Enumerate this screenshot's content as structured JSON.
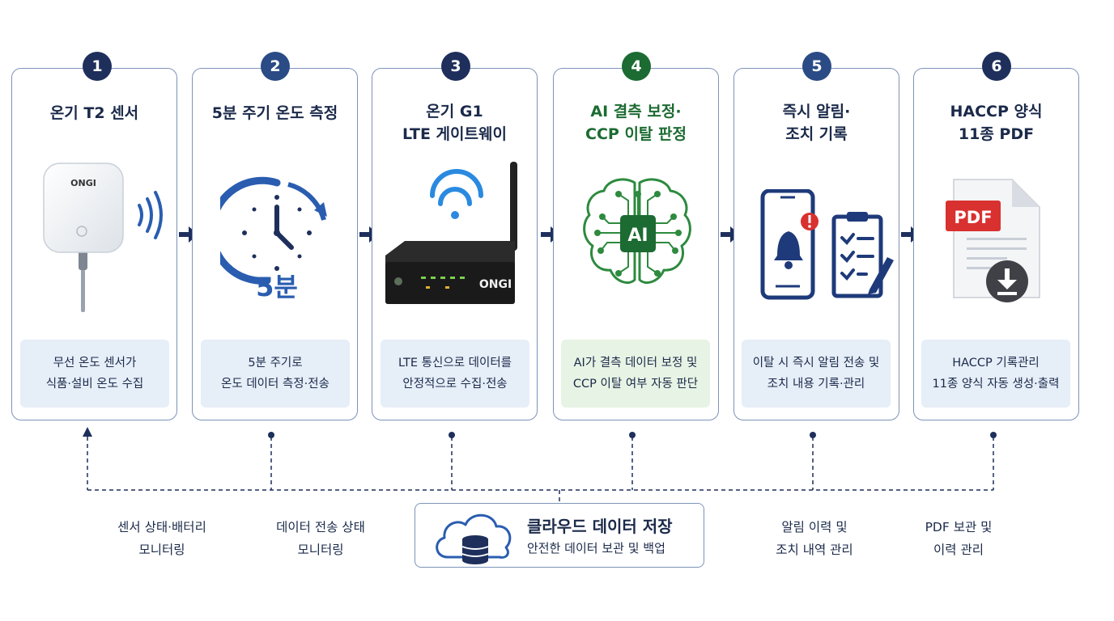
{
  "steps": [
    {
      "number": "1",
      "title_lines": [
        "온기 T2 센서"
      ],
      "desc_lines": [
        "무선 온도 센서가",
        "식품·설비 온도 수집"
      ],
      "device_brand": "ONGI"
    },
    {
      "number": "2",
      "title_lines": [
        "5분 주기 온도 측정"
      ],
      "desc_lines": [
        "5분 주기로",
        "온도 데이터 측정·전송"
      ],
      "clock_label": "5분"
    },
    {
      "number": "3",
      "title_lines": [
        "온기 G1",
        "LTE 게이트웨이"
      ],
      "desc_lines": [
        "LTE 통신으로 데이터를",
        "안정적으로 수집·전송"
      ],
      "device_brand": "ONGI"
    },
    {
      "number": "4",
      "title_lines": [
        "AI 결측 보정·",
        "CCP 이탈 판정"
      ],
      "desc_lines": [
        "AI가 결측 데이터 보정 및",
        "CCP 이탈 여부 자동 판단"
      ],
      "chip_label": "AI"
    },
    {
      "number": "5",
      "title_lines": [
        "즉시 알림·",
        "조치 기록"
      ],
      "desc_lines": [
        "이탈 시 즉시 알림 전송 및",
        "조치 내용 기록·관리"
      ]
    },
    {
      "number": "6",
      "title_lines": [
        "HACCP 양식",
        "11종 PDF"
      ],
      "desc_lines": [
        "HACCP 기록관리",
        "11종 양식 자동 생성·출력"
      ],
      "file_label": "PDF"
    }
  ],
  "bottom_notes": [
    {
      "lines": [
        "센서 상태·배터리",
        "모니터링"
      ]
    },
    {
      "lines": [
        "데이터 전송 상태",
        "모니터링"
      ]
    },
    {
      "lines": [
        "알림 이력 및",
        "조치 내역 관리"
      ]
    },
    {
      "lines": [
        "PDF 보관 및",
        "이력 관리"
      ]
    }
  ],
  "cloud": {
    "title": "클라우드 데이터 저장",
    "subtitle": "안전한 데이터 보관 및 백업"
  },
  "colors": {
    "navy": "#1e2f5c",
    "blue": "#2a5db0",
    "green": "#1c6b32",
    "light_blue": "#e6eef8",
    "light_green": "#e7f3e4",
    "red": "#d8312f",
    "border": "#7d93b8"
  }
}
